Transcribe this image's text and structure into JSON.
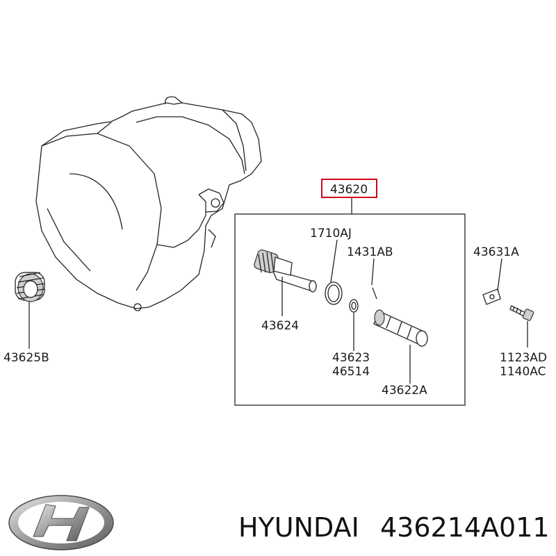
{
  "callouts": {
    "assembly": "43620",
    "oring_large": "1710AJ",
    "pin": "1431AB",
    "bracket": "43631A",
    "driven_gear": "43624",
    "plug": "43625B",
    "oring_small_a": "43623",
    "oring_small_b": "46514",
    "sleeve": "43622A",
    "bolt_a": "1123AD",
    "bolt_b": "1140AC"
  },
  "footer": {
    "brand": "HYUNDAI",
    "part_number": "436214A011"
  },
  "colors": {
    "highlight_box": "#d0021b",
    "line": "#222222",
    "logo_silver": "#9a9a9a"
  },
  "icons": {
    "logo": "hyundai-logo-icon"
  }
}
